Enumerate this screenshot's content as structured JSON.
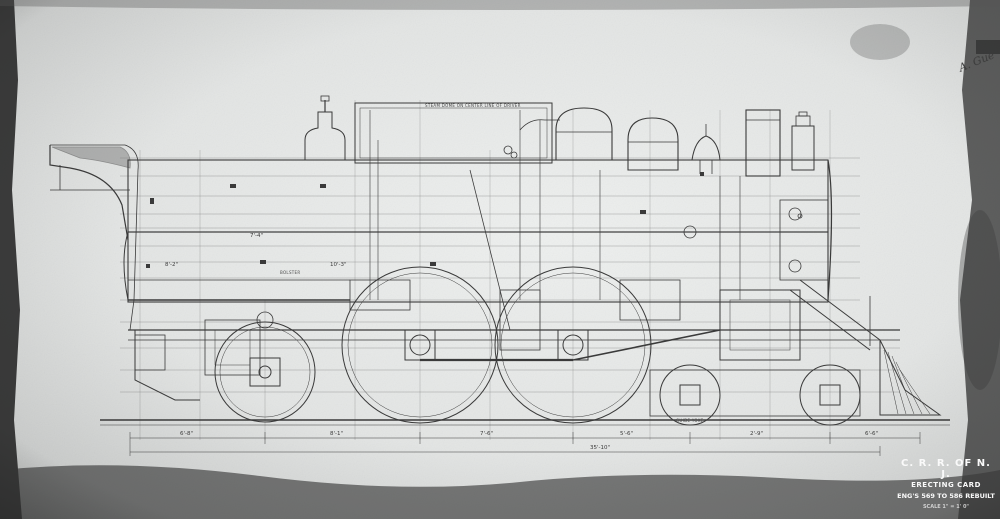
{
  "title_block": {
    "railroad": "C. R. R. OF N. J.",
    "card_type": "ERECTING CARD",
    "engines": "ENG'S 569 TO 586 REBUILT",
    "scale_note": "SCALE 1\" = 1' 0\""
  },
  "signature": "A. Gue",
  "labels": {
    "steam_dome_note": "STEAM DOME ON CENTER LINE OF DRIVER",
    "guide_yoke": "GUIDE YOKE",
    "bolster": "BOLSTER"
  },
  "dimensions": {
    "overall_length": "35'-10\"",
    "d1": "6'-8\"",
    "d2": "8'-1\"",
    "d3": "7'-6\"",
    "d4": "5'-6\"",
    "d5": "2'-9\"",
    "d6": "6'-6\"",
    "d7": "7'-4\"",
    "d8": "8'-2\"",
    "d9": "10'-3\""
  },
  "colors": {
    "paper": "#e3e5e4",
    "ink": "#3a3a3a",
    "edge": "#1e1e1e"
  }
}
